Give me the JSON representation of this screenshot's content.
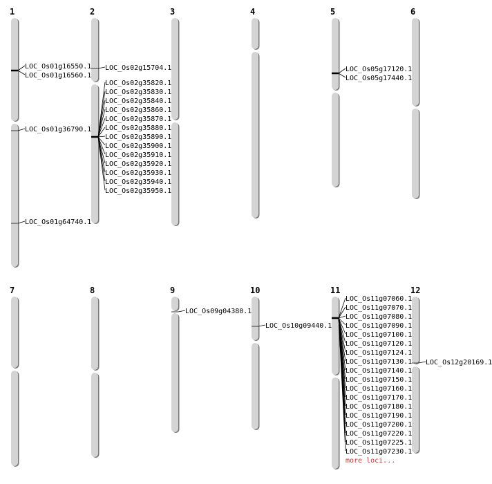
{
  "colors": {
    "chromosome": "#d4d4d4",
    "chromosome_shadow": "#777777",
    "marker": "#000000",
    "more_link": "#c0392b"
  },
  "chromosomes": [
    {
      "number": "1",
      "loci": [
        [
          "LOC_Os01g16550.1",
          "LOC_Os01g16560.1"
        ],
        [
          "LOC_Os01g36790.1"
        ],
        [
          "LOC_Os01g64740.1"
        ]
      ]
    },
    {
      "number": "2",
      "loci": [
        [
          "LOC_Os02g15704.1"
        ],
        [
          "LOC_Os02g35820.1",
          "LOC_Os02g35830.1",
          "LOC_Os02g35840.1",
          "LOC_Os02g35860.1",
          "LOC_Os02g35870.1",
          "LOC_Os02g35880.1",
          "LOC_Os02g35890.1",
          "LOC_Os02g35900.1",
          "LOC_Os02g35910.1",
          "LOC_Os02g35920.1",
          "LOC_Os02g35930.1",
          "LOC_Os02g35940.1",
          "LOC_Os02g35950.1"
        ]
      ]
    },
    {
      "number": "3",
      "loci": []
    },
    {
      "number": "4",
      "loci": []
    },
    {
      "number": "5",
      "loci": [
        [
          "LOC_Os05g17120.1",
          "LOC_Os05g17440.1"
        ]
      ]
    },
    {
      "number": "6",
      "loci": []
    },
    {
      "number": "7",
      "loci": []
    },
    {
      "number": "8",
      "loci": []
    },
    {
      "number": "9",
      "loci": [
        [
          "LOC_Os09g04380.1"
        ]
      ]
    },
    {
      "number": "10",
      "loci": [
        [
          "LOC_Os10g09440.1"
        ]
      ]
    },
    {
      "number": "11",
      "loci": [
        [
          "LOC_Os11g07060.1",
          "LOC_Os11g07070.1",
          "LOC_Os11g07080.1",
          "LOC_Os11g07090.1",
          "LOC_Os11g07100.1",
          "LOC_Os11g07120.1",
          "LOC_Os11g07124.1",
          "LOC_Os11g07130.1",
          "LOC_Os11g07140.1",
          "LOC_Os11g07150.1",
          "LOC_Os11g07160.1",
          "LOC_Os11g07170.1",
          "LOC_Os11g07180.1",
          "LOC_Os11g07190.1",
          "LOC_Os11g07200.1",
          "LOC_Os11g07220.1",
          "LOC_Os11g07225.1",
          "LOC_Os11g07230.1"
        ]
      ],
      "more_label": "more loci..."
    },
    {
      "number": "12",
      "loci": [
        [
          "LOC_Os12g20169.1"
        ]
      ]
    }
  ]
}
